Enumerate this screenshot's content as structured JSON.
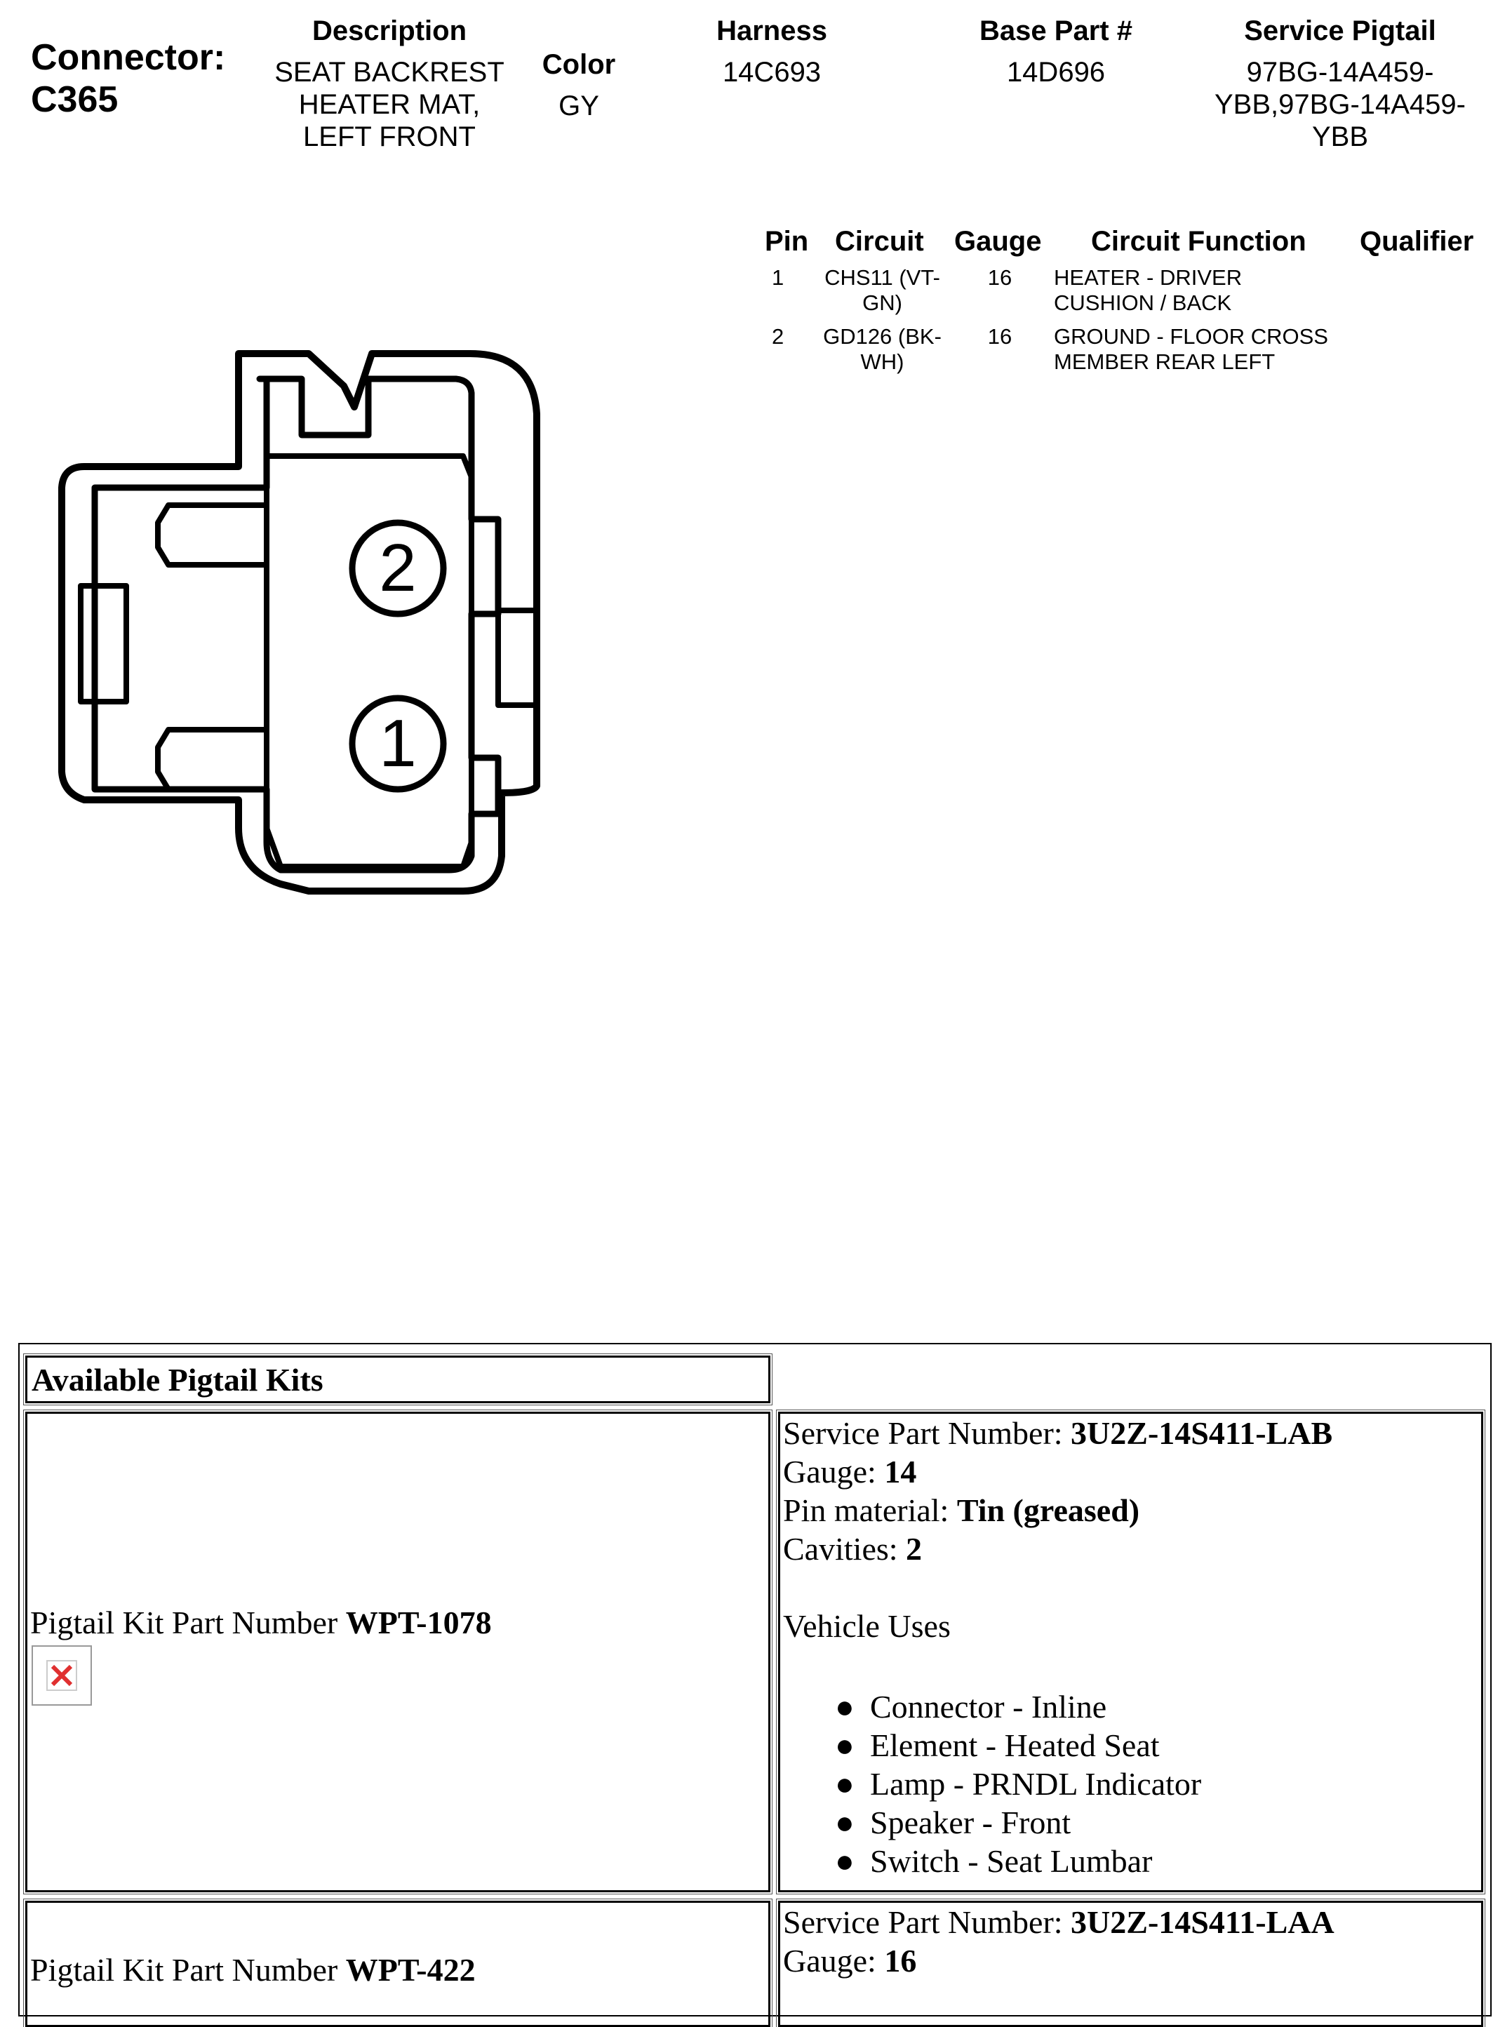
{
  "connector": {
    "label": "Connector:",
    "id": "C365"
  },
  "headers": {
    "description": "Description",
    "color": "Color",
    "harness": "Harness",
    "base_part": "Base Part #",
    "service_pigtail": "Service Pigtail"
  },
  "values": {
    "description": [
      "SEAT BACKREST",
      "HEATER MAT,",
      "LEFT FRONT"
    ],
    "color": "GY",
    "harness": "14C693",
    "base_part": "14D696",
    "service_pigtail": [
      "97BG-14A459-",
      "YBB,97BG-14A459-",
      "YBB"
    ]
  },
  "pin_table": {
    "headers": {
      "pin": "Pin",
      "circuit": "Circuit",
      "gauge": "Gauge",
      "function": "Circuit Function",
      "qualifier": "Qualifier"
    },
    "rows": [
      {
        "pin": "1",
        "circuit": [
          "CHS11 (VT-",
          "GN)"
        ],
        "gauge": "16",
        "function": [
          "HEATER - DRIVER",
          "CUSHION / BACK"
        ]
      },
      {
        "pin": "2",
        "circuit": [
          "GD126 (BK-",
          "WH)"
        ],
        "gauge": "16",
        "function": [
          "GROUND - FLOOR CROSS",
          "MEMBER REAR LEFT"
        ]
      }
    ]
  },
  "diagram": {
    "pin_labels": [
      "2",
      "1"
    ]
  },
  "pigtail": {
    "title": "Available Pigtail Kits",
    "kits": [
      {
        "kit_label": "Pigtail Kit Part Number ",
        "kit_number": "WPT-1078",
        "service_label": "Service Part Number: ",
        "service_number": "3U2Z-14S411-LAB",
        "gauge_label": "Gauge: ",
        "gauge": "14",
        "pin_label": "Pin material: ",
        "pin_material": "Tin (greased)",
        "cavities_label": "Cavities: ",
        "cavities": "2",
        "uses_label": "Vehicle Uses",
        "uses": [
          "Connector - Inline",
          "Element - Heated Seat",
          "Lamp - PRNDL Indicator",
          "Speaker - Front",
          "Switch - Seat Lumbar"
        ]
      },
      {
        "kit_label": "Pigtail Kit Part Number ",
        "kit_number": "WPT-422",
        "service_label": "Service Part Number: ",
        "service_number": "3U2Z-14S411-LAA",
        "gauge_label": "Gauge: ",
        "gauge": "16"
      }
    ]
  }
}
